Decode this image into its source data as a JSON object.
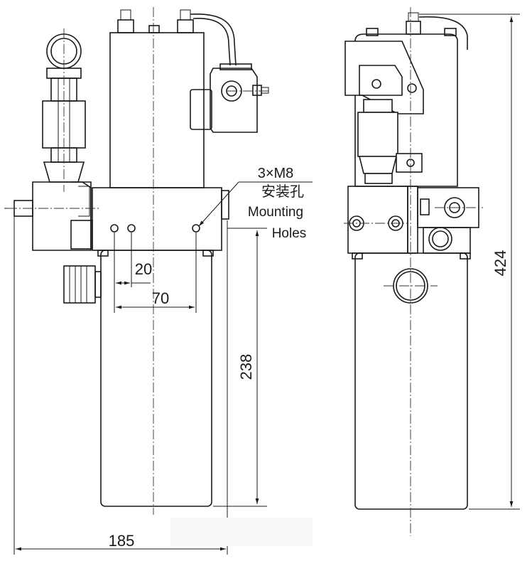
{
  "dimensions": {
    "width_185": "185",
    "height_424": "424",
    "tank_238": "238",
    "spacing_70": "70",
    "spacing_20": "20"
  },
  "callout": {
    "spec": "3×M8",
    "chinese": "安装孔",
    "english_line1": "Mounting",
    "english_line2": "Holes"
  },
  "colors": {
    "line": "#1a1a1a",
    "background": "#ffffff"
  }
}
